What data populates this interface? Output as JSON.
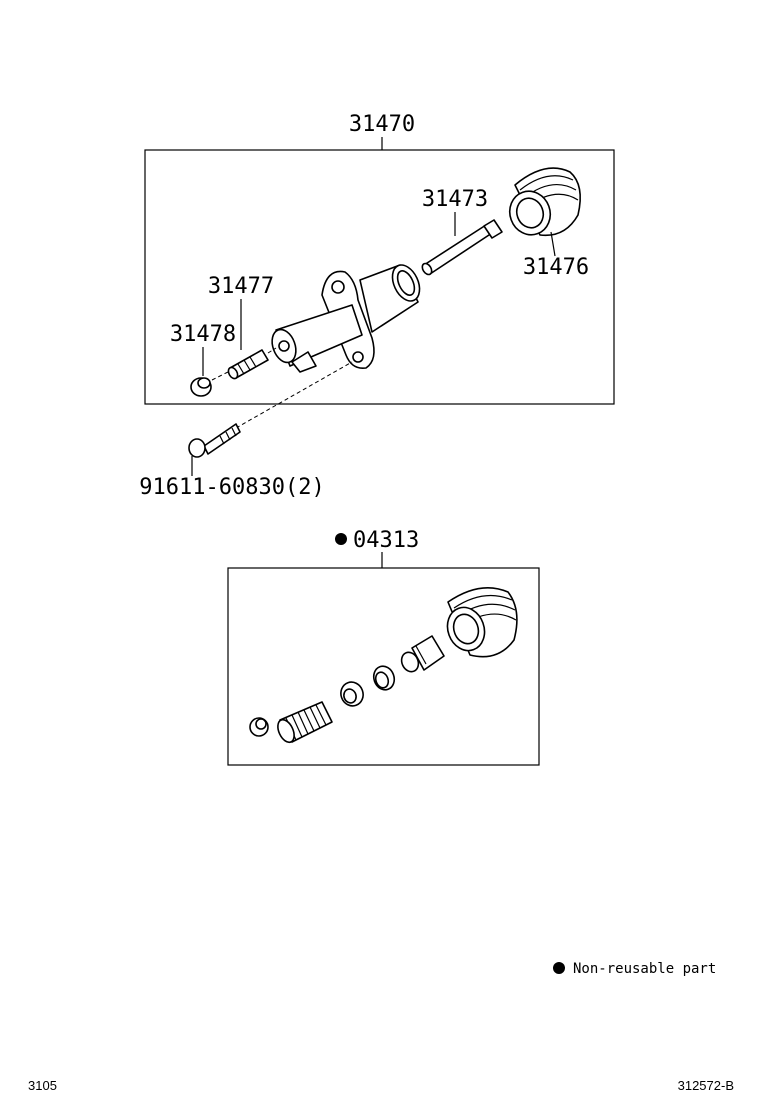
{
  "assembly": {
    "number": "31470",
    "parts": {
      "pushrod": "31473",
      "boot": "31476",
      "bleeder_plug": "31477",
      "bleeder_cap": "31478"
    },
    "bolt": "91611-60830(2)"
  },
  "kit": {
    "number": "04313",
    "marker_color": "#000000"
  },
  "legend": {
    "text": "Non-reusable part"
  },
  "footer": {
    "left": "3105",
    "right": "312572-B"
  }
}
